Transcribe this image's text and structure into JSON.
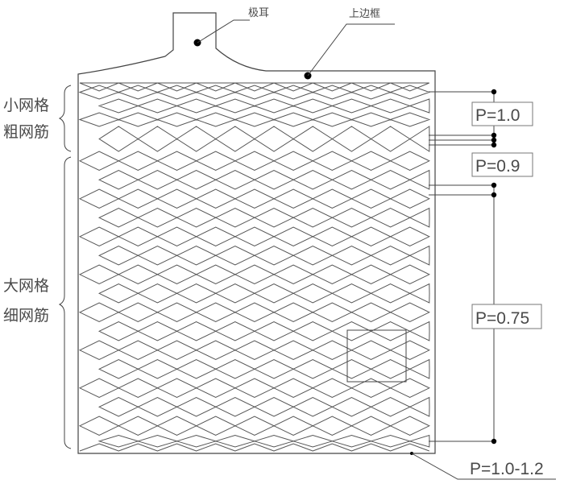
{
  "labels": {
    "lug": "极耳",
    "top_frame": "上边框",
    "small_mesh": "小网格",
    "thick_rib": "粗网筋",
    "large_mesh": "大网格",
    "thin_rib": "细网筋"
  },
  "pitches": {
    "top": "P=1.0",
    "middle": "P=0.9",
    "large": "P=0.75",
    "bottom": "P=1.0-1.2"
  }
}
